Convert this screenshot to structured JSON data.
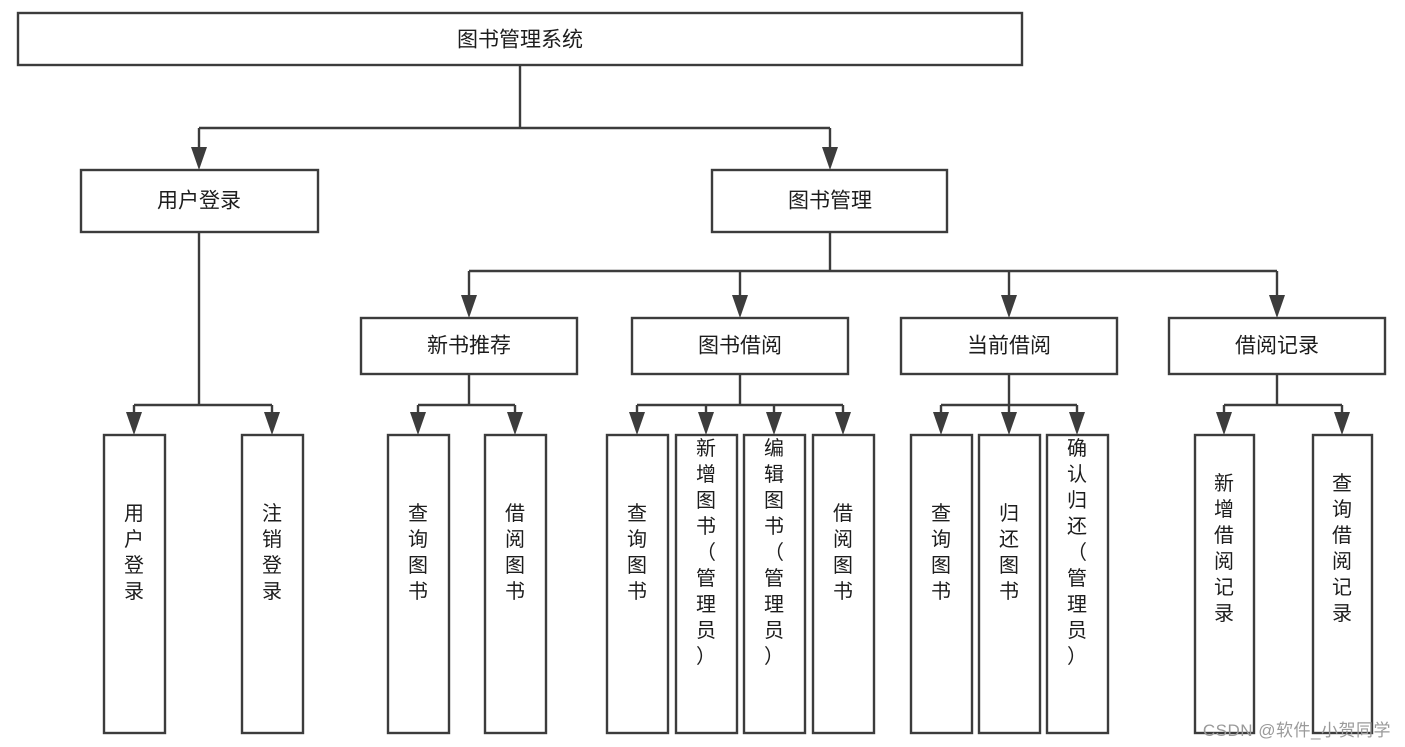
{
  "diagram": {
    "kind": "tree-hierarchy-chart",
    "title": "图书管理系统",
    "watermark": "CSDN @软件_小贺同学",
    "colors": {
      "stroke": "#3c3c3c",
      "fill": "#ffffff",
      "text": "#1d1d1d",
      "watermark": "#9a9a9a",
      "background": "#ffffff"
    },
    "levels": {
      "root": {
        "label": "图书管理系统"
      },
      "level2": [
        {
          "label": "用户登录"
        },
        {
          "label": "图书管理"
        }
      ],
      "level3": [
        {
          "label": "新书推荐"
        },
        {
          "label": "图书借阅"
        },
        {
          "label": "当前借阅"
        },
        {
          "label": "借阅记录"
        }
      ],
      "leaves": {
        "user_login": [
          {
            "label": "用户登录"
          },
          {
            "label": "注销登录"
          }
        ],
        "new_book_recommend": [
          {
            "label": "查询图书"
          },
          {
            "label": "借阅图书"
          }
        ],
        "book_borrow": [
          {
            "label": "查询图书"
          },
          {
            "label": "新增图书（管理员）"
          },
          {
            "label": "编辑图书（管理员）"
          },
          {
            "label": "借阅图书"
          }
        ],
        "current_borrow": [
          {
            "label": "查询图书"
          },
          {
            "label": "归还图书"
          },
          {
            "label": "确认归还（管理员）"
          }
        ],
        "borrow_record": [
          {
            "label": "新增借阅记录"
          },
          {
            "label": "查询借阅记录"
          }
        ]
      }
    }
  }
}
